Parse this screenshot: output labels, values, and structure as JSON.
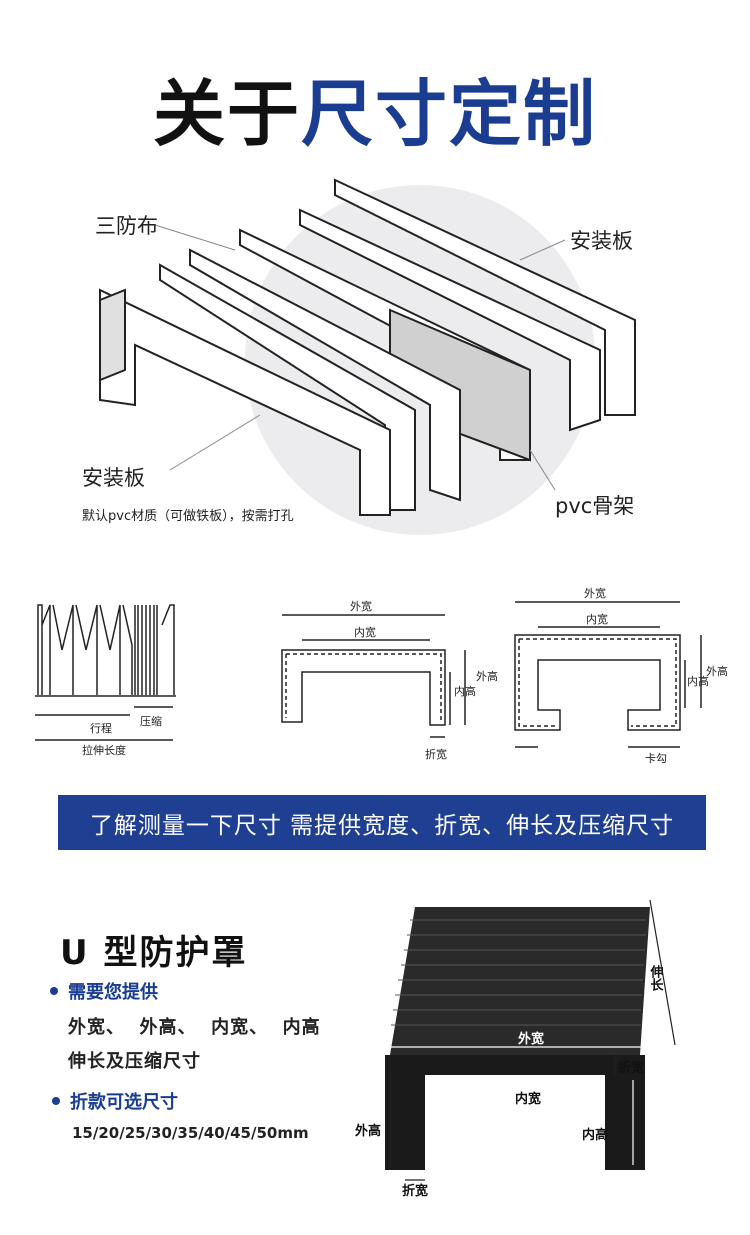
{
  "title": {
    "part1": "关于",
    "part2": "尺寸定制"
  },
  "illustration": {
    "label_cloth": "三防布",
    "label_plate_right": "安装板",
    "label_plate_left": "安装板",
    "label_note": "默认pvc材质（可做铁板），按需打孔",
    "label_frame": "pvc骨架"
  },
  "diagrams": {
    "stroke": "行程",
    "compress": "压缩",
    "stretch": "拉伸长度",
    "outer_width": "外宽",
    "inner_width": "内宽",
    "outer_height": "外高",
    "inner_height": "内高",
    "fold_width": "折宽",
    "hook": "卡勾"
  },
  "banner": "了解测量一下尺寸 需提供宽度、折宽、伸长及压缩尺寸",
  "u_section": {
    "title": "U 型防护罩",
    "need_label": "需要您提供",
    "need_line1": "外宽、  外高、  内宽、  内高",
    "need_line2": "伸长及压缩尺寸",
    "fold_label": "折款可选尺寸",
    "fold_sizes": "15/20/25/30/35/40/45/50mm",
    "photo_labels": {
      "stretch": "伸长",
      "outer_width": "外宽",
      "fold_width": "折宽",
      "inner_width": "内宽",
      "inner_height": "内高",
      "outer_height": "外高",
      "fold_width_bottom": "折宽"
    }
  },
  "colors": {
    "brand_blue": "#1a3d91",
    "banner": "#1f3f92"
  }
}
